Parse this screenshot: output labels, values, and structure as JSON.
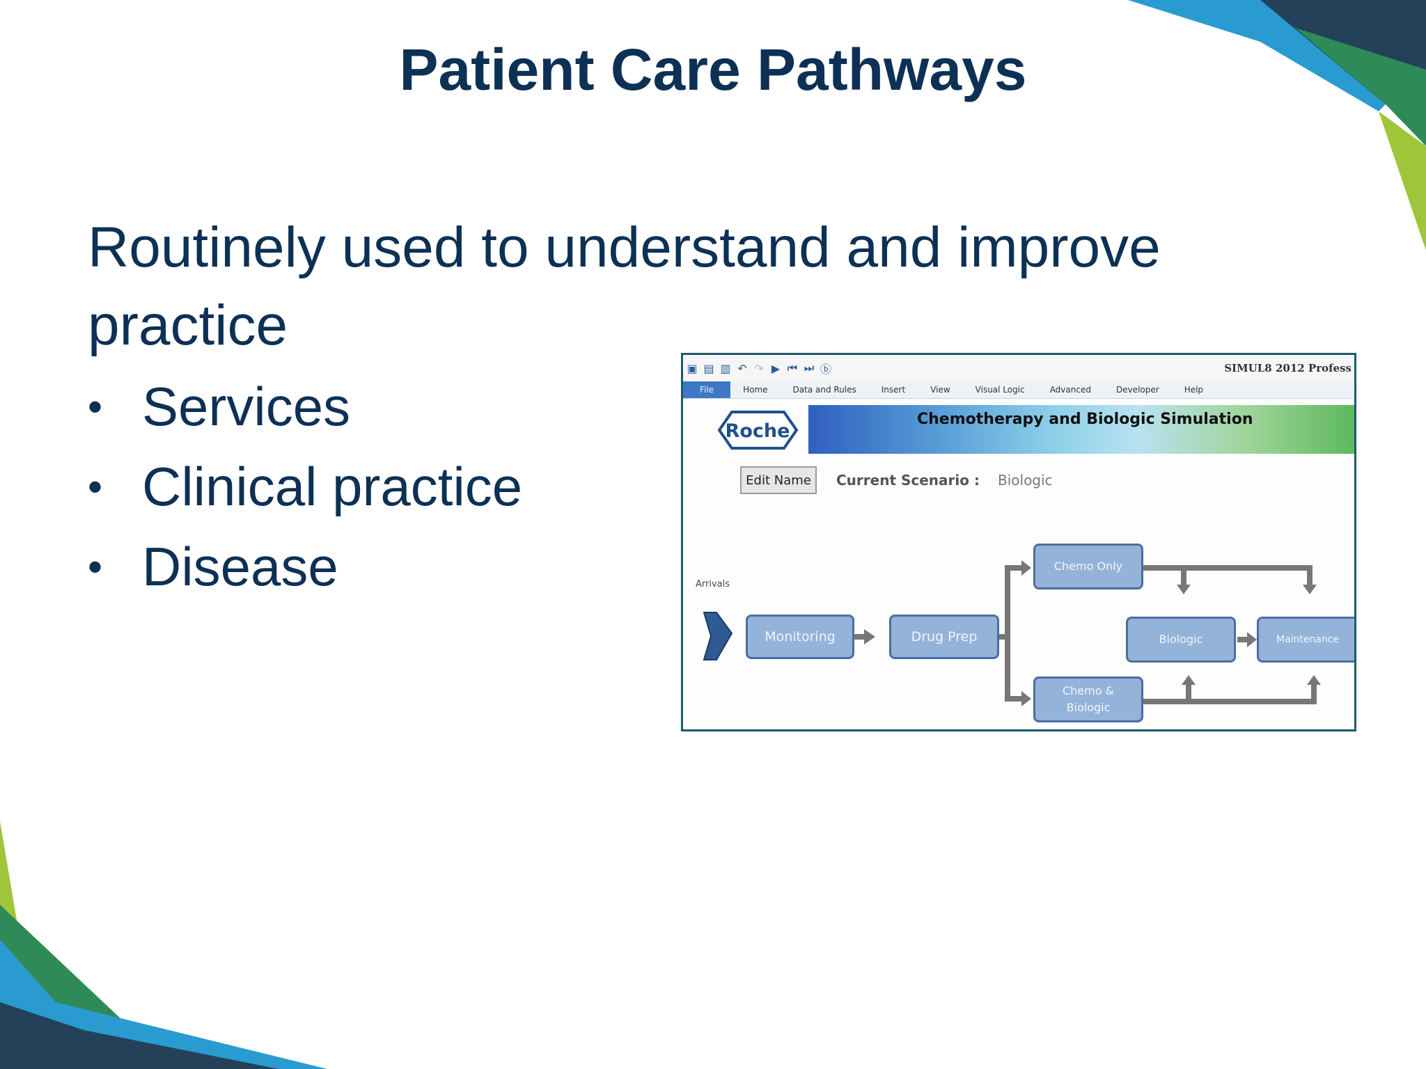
{
  "slide": {
    "title": "Patient Care Pathways",
    "lead": "Routinely used to understand and improve practice",
    "bullets": [
      "Services",
      "Clinical practice",
      "Disease"
    ]
  },
  "screenshot": {
    "app_title": "SIMUL8 2012 Profess",
    "ribbon_tabs": [
      "File",
      "Home",
      "Data and Rules",
      "Insert",
      "View",
      "Visual Logic",
      "Advanced",
      "Developer",
      "Help"
    ],
    "logo_text": "Roche",
    "banner_text": "Chemotherapy and Biologic Simulation",
    "edit_name_label": "Edit Name",
    "scenario_label": "Current Scenario :",
    "scenario_value": "Biologic",
    "arrivals_label": "Arrivals",
    "nodes": {
      "monitoring": "Monitoring",
      "drug_prep": "Drug Prep",
      "chemo_only": "Chemo Only",
      "chemo_biologic_line1": "Chemo &",
      "chemo_biologic_line2": "Biologic",
      "biologic": "Biologic",
      "maintenance": "Maintenance"
    }
  },
  "colors": {
    "title": "#0d3055",
    "node_fill": "#94b3d9",
    "node_border": "#4a6f9e",
    "frame": "#1e5a6b"
  }
}
